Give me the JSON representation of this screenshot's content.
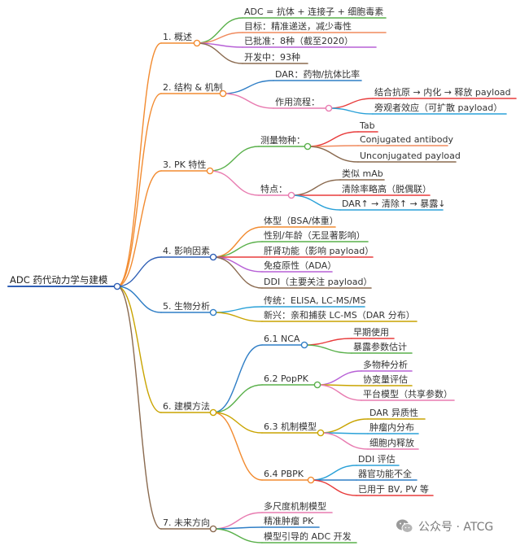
{
  "root": {
    "id": "root",
    "label": "ADC 药代动力学与建模"
  },
  "nodes": [
    {
      "id": "s1",
      "parent": "root",
      "label": "1. 概述",
      "color": "#f28b30"
    },
    {
      "id": "s1-1",
      "parent": "s1",
      "label": "ADC = 抗体 + 连接子 + 细胞毒素",
      "color": "#59b04a"
    },
    {
      "id": "s1-2",
      "parent": "s1",
      "label": "目标：精准递送，减少毒性",
      "color": "#f08a5d"
    },
    {
      "id": "s1-3",
      "parent": "s1",
      "label": "已批准：8种（截至2020）",
      "color": "#b760d6"
    },
    {
      "id": "s1-4",
      "parent": "s1",
      "label": "开发中：93种",
      "color": "#8a6a4f"
    },
    {
      "id": "s2",
      "parent": "root",
      "label": "2. 结构 & 机制",
      "color": "#f28b30"
    },
    {
      "id": "s2-1",
      "parent": "s2",
      "label": "DAR：药物/抗体比率",
      "color": "#2f7ec6"
    },
    {
      "id": "s2-2",
      "parent": "s2",
      "label": "作用流程：",
      "color": "#e87bb0"
    },
    {
      "id": "s2-2-1",
      "parent": "s2-2",
      "label": "结合抗原 → 内化 → 释放 payload",
      "color": "#e83c3c"
    },
    {
      "id": "s2-2-2",
      "parent": "s2-2",
      "label": "旁观者效应（可扩散 payload）",
      "color": "#2aa1d8"
    },
    {
      "id": "s3",
      "parent": "root",
      "label": "3. PK 特性",
      "color": "#f28b30"
    },
    {
      "id": "s3-1",
      "parent": "s3",
      "label": "测量物种：",
      "color": "#59b04a"
    },
    {
      "id": "s3-1-1",
      "parent": "s3-1",
      "label": "Tab",
      "color": "#e83c3c"
    },
    {
      "id": "s3-1-2",
      "parent": "s3-1",
      "label": "Conjugated antibody",
      "color": "#f08a5d"
    },
    {
      "id": "s3-1-3",
      "parent": "s3-1",
      "label": "Unconjugated payload",
      "color": "#8a6a4f"
    },
    {
      "id": "s3-2",
      "parent": "s3",
      "label": "特点：",
      "color": "#e87bb0"
    },
    {
      "id": "s3-2-1",
      "parent": "s3-2",
      "label": "类似 mAb",
      "color": "#8a6a4f"
    },
    {
      "id": "s3-2-2",
      "parent": "s3-2",
      "label": "清除率略高（脱偶联）",
      "color": "#e83c3c"
    },
    {
      "id": "s3-2-3",
      "parent": "s3-2",
      "label": "DAR↑ → 清除↑ → 暴露↓",
      "color": "#2aa1d8"
    },
    {
      "id": "s4",
      "parent": "root",
      "label": "4. 影响因素",
      "color": "#2f5fb5"
    },
    {
      "id": "s4-1",
      "parent": "s4",
      "label": "体型（BSA/体重）",
      "color": "#f28b30"
    },
    {
      "id": "s4-2",
      "parent": "s4",
      "label": "性别/年龄（无显著影响）",
      "color": "#59b04a"
    },
    {
      "id": "s4-3",
      "parent": "s4",
      "label": "肝肾功能（影响 payload）",
      "color": "#e83c3c"
    },
    {
      "id": "s4-4",
      "parent": "s4",
      "label": "免疫原性（ADA）",
      "color": "#b760d6"
    },
    {
      "id": "s4-5",
      "parent": "s4",
      "label": "DDI（主要关注 payload）",
      "color": "#8a6a4f"
    },
    {
      "id": "s5",
      "parent": "root",
      "label": "5. 生物分析",
      "color": "#2f7ec6"
    },
    {
      "id": "s5-1",
      "parent": "s5",
      "label": "传统：ELISA, LC-MS/MS",
      "color": "#2aa1d8"
    },
    {
      "id": "s5-2",
      "parent": "s5",
      "label": "新兴：亲和捕获 LC-MS（DAR 分布）",
      "color": "#c9a400"
    },
    {
      "id": "s6",
      "parent": "root",
      "label": "6. 建模方法",
      "color": "#c9a400"
    },
    {
      "id": "s6-1",
      "parent": "s6",
      "label": "6.1 NCA",
      "color": "#2f7ec6"
    },
    {
      "id": "s6-1-1",
      "parent": "s6-1",
      "label": "早期使用",
      "color": "#e83c3c"
    },
    {
      "id": "s6-1-2",
      "parent": "s6-1",
      "label": "暴露参数估计",
      "color": "#59b04a"
    },
    {
      "id": "s6-2",
      "parent": "s6",
      "label": "6.2 PopPK",
      "color": "#59b04a"
    },
    {
      "id": "s6-2-1",
      "parent": "s6-2",
      "label": "多物种分析",
      "color": "#b760d6"
    },
    {
      "id": "s6-2-2",
      "parent": "s6-2",
      "label": "协变量评估",
      "color": "#c9a400"
    },
    {
      "id": "s6-2-3",
      "parent": "s6-2",
      "label": "平台模型（共享参数）",
      "color": "#e87bb0"
    },
    {
      "id": "s6-3",
      "parent": "s6",
      "label": "6.3 机制模型",
      "color": "#c9a400"
    },
    {
      "id": "s6-3-1",
      "parent": "s6-3",
      "label": "DAR 异质性",
      "color": "#c9a400"
    },
    {
      "id": "s6-3-2",
      "parent": "s6-3",
      "label": "肿瘤内分布",
      "color": "#2aa1d8"
    },
    {
      "id": "s6-3-3",
      "parent": "s6-3",
      "label": "细胞内释放",
      "color": "#e87bb0"
    },
    {
      "id": "s6-4",
      "parent": "s6",
      "label": "6.4 PBPK",
      "color": "#f28b30"
    },
    {
      "id": "s6-4-1",
      "parent": "s6-4",
      "label": "DDI 评估",
      "color": "#2aa1d8"
    },
    {
      "id": "s6-4-2",
      "parent": "s6-4",
      "label": "器官功能不全",
      "color": "#2f7ec6"
    },
    {
      "id": "s6-4-3",
      "parent": "s6-4",
      "label": "已用于 BV, PV 等",
      "color": "#e83c3c"
    },
    {
      "id": "s7",
      "parent": "root",
      "label": "7. 未来方向",
      "color": "#8a6a4f"
    },
    {
      "id": "s7-1",
      "parent": "s7",
      "label": "多尺度机制模型",
      "color": "#e87bb0"
    },
    {
      "id": "s7-2",
      "parent": "s7",
      "label": "精准肿瘤 PK",
      "color": "#2f7ec6"
    },
    {
      "id": "s7-3",
      "parent": "s7",
      "label": "模型引导的 ADC 开发",
      "color": "#59b04a"
    }
  ],
  "root_color": "#2f5fb5",
  "watermark": {
    "text": "公众号 · ATCG",
    "icon": "wechat-icon"
  }
}
